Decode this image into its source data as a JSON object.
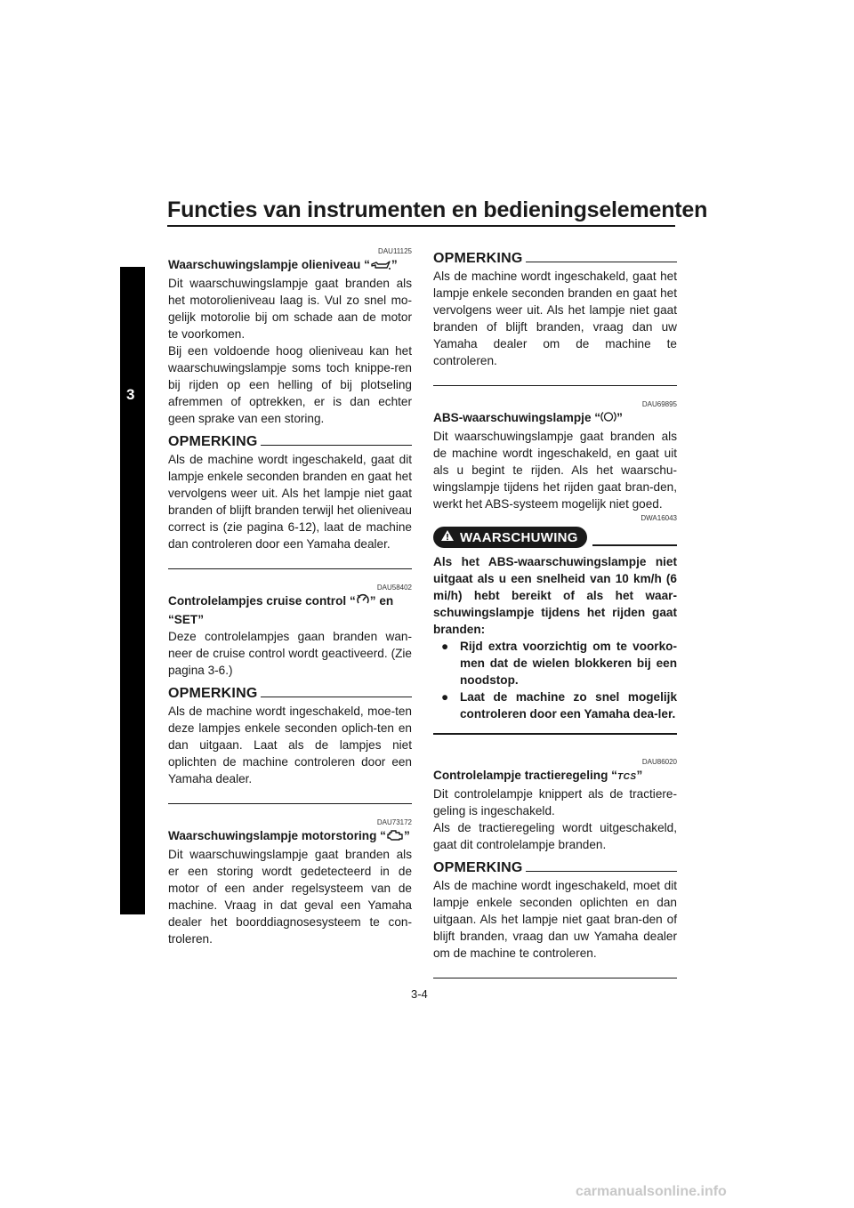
{
  "header": {
    "title": "Functies van instrumenten en bedieningselementen"
  },
  "chapter": {
    "number": "3"
  },
  "left": {
    "oil": {
      "code": "DAU11125",
      "heading_before": "Waarschuwingslampje olieniveau “",
      "heading_after": "”",
      "icon": "oil-can-icon",
      "p1": "Dit waarschuwingslampje gaat branden als het motorolieniveau laag is. Vul zo snel mo-gelijk motorolie bij om schade aan de motor te voorkomen.",
      "p2": "Bij een voldoende hoog olieniveau kan het waarschuwingslampje soms toch knippe-ren bij rijden op een helling of bij plotseling afremmen of optrekken, er is dan echter geen sprake van een storing.",
      "note_title": "OPMERKING",
      "note": "Als de machine wordt ingeschakeld, gaat dit lampje enkele seconden branden en gaat het vervolgens weer uit. Als het lampje niet gaat branden of blijft branden terwijl het olieniveau correct is (zie pagina 6-12), laat de machine dan controleren door een Yamaha dealer."
    },
    "cruise": {
      "code": "DAU58402",
      "heading_before": "Controlelampjes cruise control “",
      "heading_after": "” en “SET”",
      "icon": "cruise-control-icon",
      "p1": "Deze controlelampjes gaan branden wan-neer de cruise control wordt geactiveerd. (Zie pagina 3-6.)",
      "note_title": "OPMERKING",
      "note": "Als de machine wordt ingeschakeld, moe-ten deze lampjes enkele seconden oplich-ten en dan uitgaan. Laat als de lampjes niet oplichten de machine controleren door een Yamaha dealer."
    },
    "engine": {
      "code": "DAU73172",
      "heading_before": "Waarschuwingslampje motorstoring “",
      "heading_after": "”",
      "icon": "engine-icon",
      "p1": "Dit waarschuwingslampje gaat branden als er een storing wordt gedetecteerd in de motor of een ander regelsysteem van de machine. Vraag in dat geval een Yamaha dealer het boorddiagnosesysteem te con-troleren."
    }
  },
  "right": {
    "note_top": {
      "title": "OPMERKING",
      "text": "Als de machine wordt ingeschakeld, gaat het lampje enkele seconden branden en gaat het vervolgens weer uit. Als het lampje niet gaat branden of blijft branden, vraag dan uw Yamaha dealer om de machine te controleren."
    },
    "abs": {
      "code": "DAU69895",
      "heading_before": "ABS-waarschuwingslampje “",
      "heading_after": "”",
      "icon": "abs-icon",
      "p1": "Dit waarschuwingslampje gaat branden als de machine wordt ingeschakeld, en gaat uit als u begint te rijden. Als het waarschu-wingslampje tijdens het rijden gaat bran-den, werkt het ABS-systeem mogelijk niet goed.",
      "warning_code": "DWA16043",
      "warning_label": "WAARSCHUWING",
      "warning_text": "Als het ABS-waarschuwingslampje niet uitgaat als u een snelheid van 10 km/h (6 mi/h) hebt bereikt of als het waar-schuwingslampje tijdens het rijden gaat branden:",
      "bullets": [
        "Rijd extra voorzichtig om te voorko-men dat de wielen blokkeren bij een noodstop.",
        "Laat de machine zo snel mogelijk controleren door een Yamaha dea-ler."
      ]
    },
    "tcs": {
      "code": "DAU86020",
      "heading_before": "Controlelampje tractieregeling “",
      "heading_after": "”",
      "icon_text": "TCS",
      "p1": "Dit controlelampje knippert als de tractiere-geling is ingeschakeld.",
      "p2": "Als de tractieregeling wordt uitgeschakeld, gaat dit controlelampje branden.",
      "note_title": "OPMERKING",
      "note": "Als de machine wordt ingeschakeld, moet dit lampje enkele seconden oplichten en dan uitgaan. Als het lampje niet gaat bran-den of blijft branden, vraag dan uw Yamaha dealer om de machine te controleren."
    }
  },
  "footer": {
    "page_number": "3-4",
    "watermark": "carmanualsonline.info"
  }
}
